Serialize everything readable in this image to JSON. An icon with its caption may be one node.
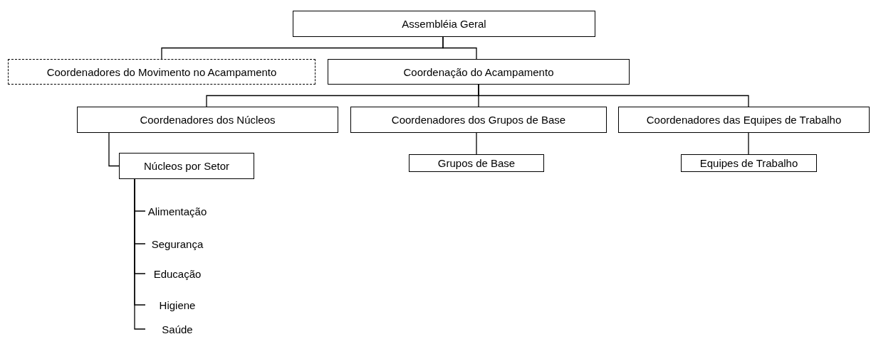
{
  "diagram": {
    "nodes": [
      {
        "text": [
          "Assembléia Geral"
        ]
      },
      {
        "text": [
          "Coordenadores do Movimento no Acampamento"
        ]
      },
      {
        "text": [
          "Coordenação do Acampamento"
        ]
      },
      {
        "text": [
          "Coordenadores dos Núcleos"
        ]
      },
      {
        "text": [
          "Coordenadores dos Grupos de Base"
        ]
      },
      {
        "text": [
          "Coordenadores das Equipes de Trabalho"
        ]
      },
      {
        "text": [
          "Núcleos por Setor"
        ]
      },
      {
        "text": [
          "Grupos de Base"
        ]
      },
      {
        "text": [
          "Equipes de Trabalho"
        ]
      },
      {
        "text": [
          "Alimentação"
        ]
      },
      {
        "text": [
          "Segurança"
        ]
      },
      {
        "text": [
          "Educação"
        ]
      },
      {
        "text": [
          "Higiene"
        ]
      },
      {
        "text": [
          "Saúde"
        ]
      }
    ],
    "edges": [
      {
        "from": 0,
        "to": 1,
        "arrow": "none"
      },
      {
        "from": 0,
        "to": 2,
        "arrow": "none"
      },
      {
        "from": 2,
        "to": 3,
        "arrow": "none"
      },
      {
        "from": 2,
        "to": 4,
        "arrow": "none"
      },
      {
        "from": 2,
        "to": 5,
        "arrow": "none"
      },
      {
        "from": 3,
        "to": 6,
        "arrow": "none"
      },
      {
        "from": 4,
        "to": 7,
        "arrow": "none"
      },
      {
        "from": 5,
        "to": 8,
        "arrow": "none"
      },
      {
        "from": 6,
        "to": 9,
        "arrow": "none"
      },
      {
        "from": 6,
        "to": 10,
        "arrow": "none"
      },
      {
        "from": 6,
        "to": 11,
        "arrow": "none"
      },
      {
        "from": 6,
        "to": 12,
        "arrow": "none"
      },
      {
        "from": 6,
        "to": 13,
        "arrow": "none"
      }
    ]
  }
}
